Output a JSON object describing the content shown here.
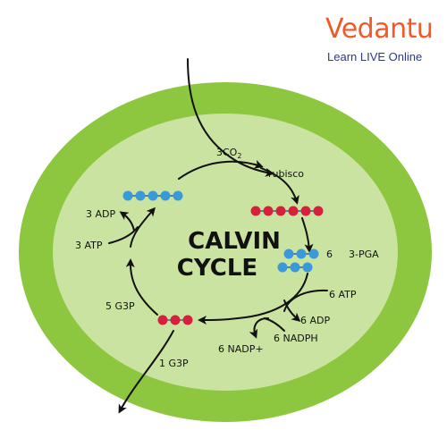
{
  "brand": {
    "name": "Vedantu",
    "tagline": "Learn LIVE Online",
    "color": "#f05a28",
    "tagline_color": "#2b3990"
  },
  "diagram": {
    "title_line1": "CALVIN",
    "title_line2": "CYCLE",
    "labels": {
      "co2_prefix": "3CO",
      "co2_sub": "2",
      "rubisco": "rubisco",
      "pga_count": "6",
      "pga": "3-PGA",
      "atp6": "6 ATP",
      "adp6": "6 ADP",
      "nadph6": "6 NADPH",
      "nadp6": "6 NADP+",
      "g3p5": "5 G3P",
      "g3p1": "1 G3P",
      "adp3": "3 ADP",
      "atp3": "3 ATP"
    },
    "molecules": {
      "rubp_count": 5,
      "co2_adduct_count": 6,
      "pga_row_count": 3,
      "g3p_count": 3
    },
    "colors": {
      "outer_ring": "#8dc63f",
      "inner_fill": "#cbe3a0",
      "blue_molecule": "#3a9ad9",
      "red_molecule": "#d7203c",
      "connector": "#5b7da8",
      "arrow": "#111111"
    }
  }
}
